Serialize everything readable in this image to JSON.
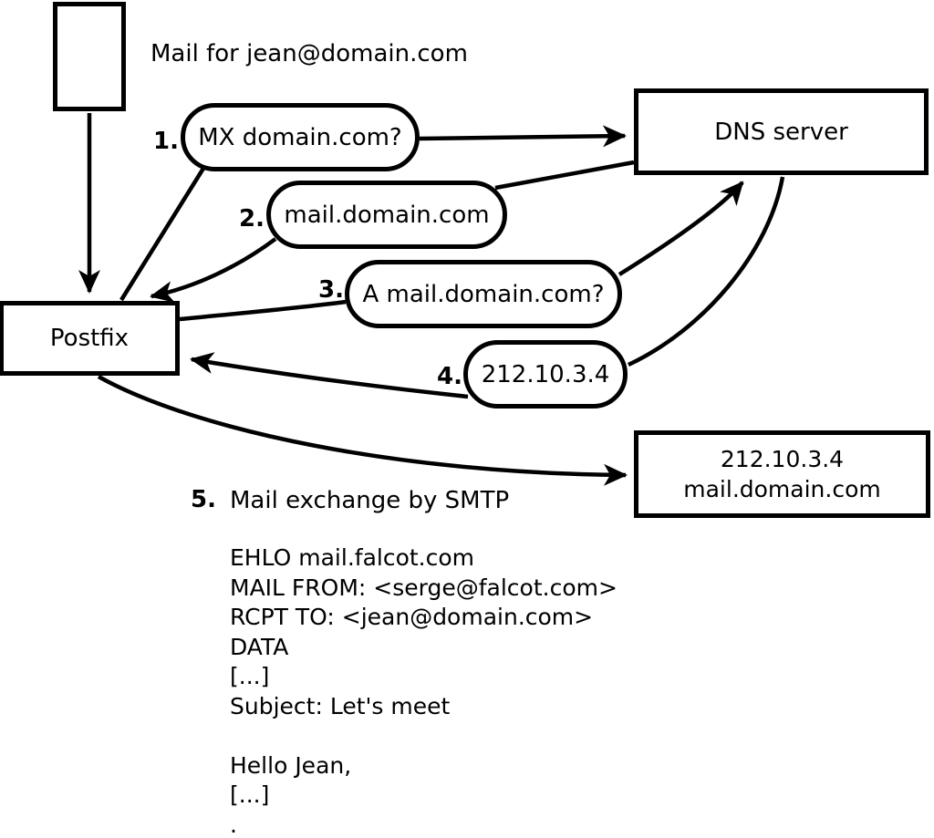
{
  "labels": {
    "mail_for": "Mail for jean@domain.com",
    "dns_server": "DNS server",
    "postfix": "Postfix",
    "result_ip": "212.10.3.4",
    "result_host": "mail.domain.com"
  },
  "steps": [
    {
      "num": "1.",
      "label": "MX domain.com?"
    },
    {
      "num": "2.",
      "label": "mail.domain.com"
    },
    {
      "num": "3.",
      "label": "A mail.domain.com?"
    },
    {
      "num": "4.",
      "label": "212.10.3.4"
    },
    {
      "num": "5.",
      "label": "Mail exchange by SMTP"
    }
  ],
  "smtp_session": "EHLO mail.falcot.com\nMAIL FROM: <serge@falcot.com>\nRCPT TO: <jean@domain.com>\nDATA\n[...]\nSubject: Let's meet\n\nHello Jean,\n[...]\n.",
  "colors": {
    "line": "#000000",
    "background": "#ffffff"
  }
}
